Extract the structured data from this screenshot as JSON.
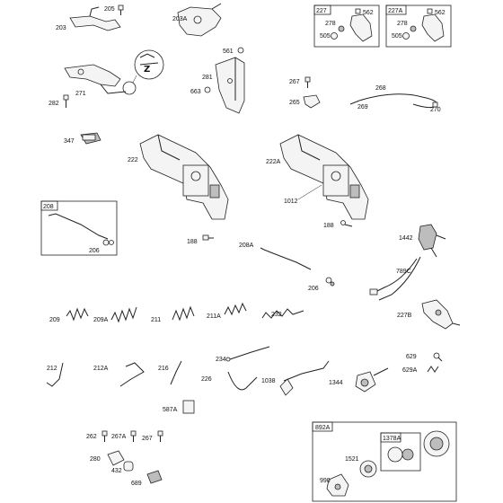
{
  "parts": {
    "p205": "205",
    "p203": "203",
    "p203a": "203A",
    "p561": "561",
    "p227": "227",
    "p227a": "227A",
    "p562a": "562",
    "p562b": "562",
    "p278a": "278",
    "p278b": "278",
    "p505a": "505",
    "p505b": "505",
    "p282": "282",
    "p271": "271",
    "p663": "663",
    "p281": "281",
    "p267a": "267",
    "p265": "265",
    "p268": "268",
    "p269": "269",
    "p270": "270",
    "p347": "347",
    "p222": "222",
    "p222a": "222A",
    "p1012": "1012",
    "p208": "208",
    "p206a": "206",
    "p188a": "188",
    "p188b": "188",
    "p208a": "208A",
    "p206b": "206",
    "p1442": "1442",
    "p789c": "789C",
    "p209": "209",
    "p209a": "209A",
    "p211": "211",
    "p211a": "211A",
    "p232": "232",
    "p227b": "227B",
    "p629": "629",
    "p629a": "629A",
    "p212": "212",
    "p212a": "212A",
    "p216": "216",
    "p234": "234",
    "p226": "226",
    "p1038": "1038",
    "p1344": "1344",
    "p587a": "587A",
    "p262": "262",
    "p267b": "267A",
    "p267c": "267",
    "p280": "280",
    "p432": "432",
    "p689": "689",
    "p892a": "892A",
    "p1378a": "1378A",
    "p1521": "1521",
    "p990": "990"
  },
  "callout_glyph": "Z"
}
